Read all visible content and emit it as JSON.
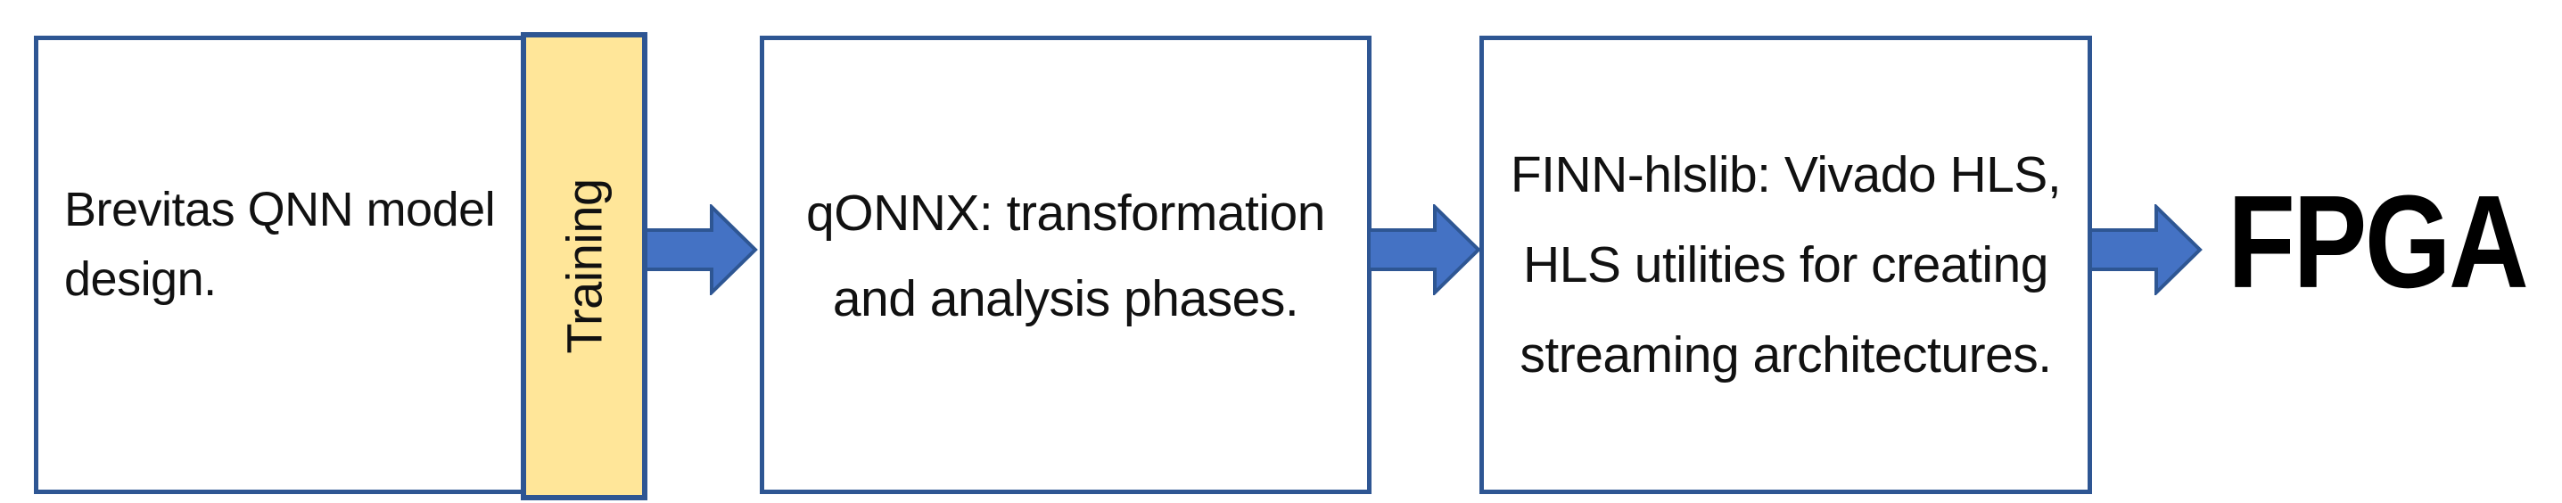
{
  "diagram": {
    "boxes": [
      {
        "id": "brevitas",
        "lines": [
          "Brevitas QNN model",
          "design."
        ]
      },
      {
        "id": "qonnx",
        "lines": [
          "qONNX: transformation",
          "and analysis phases."
        ]
      },
      {
        "id": "finn-hlslib",
        "lines": [
          "FINN-hlslib: Vivado HLS,",
          "HLS utilities for creating",
          "streaming architectures."
        ]
      }
    ],
    "training_label": "Training",
    "output_label": "FPGA",
    "colors": {
      "background": "#FFFFFF",
      "box_border": "#2E5693",
      "box_fill": "#FFFFFF",
      "training_fill": "#FFE699",
      "arrow_fill": "#4472C4",
      "arrow_border": "#2E5693",
      "text": "#111111"
    }
  }
}
